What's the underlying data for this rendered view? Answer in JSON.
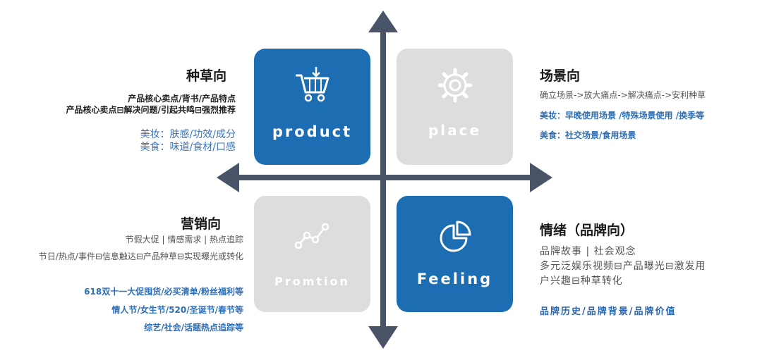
{
  "colors": {
    "axis": "#4a5468",
    "tile_blue": "#1d6db3",
    "tile_gray": "#dddddd",
    "text_blue": "#3b74b9"
  },
  "tiles": {
    "product": {
      "label": "product",
      "icon": "shopping-cart-icon"
    },
    "place": {
      "label": "place",
      "icon": "gear-icon"
    },
    "promotion": {
      "label": "Promtion",
      "icon": "line-chart-icon"
    },
    "feeling": {
      "label": "Feeling",
      "icon": "pie-chart-icon"
    }
  },
  "seeding": {
    "title": "种草向",
    "line1": "产品核心卖点/背书/产品特点",
    "line2": "产品核心卖点⊟解决问题/引起共鸣⊟强烈推荐",
    "line3": "美妆：肤感/功效/成分",
    "line4": "美食：味道/食材/口感"
  },
  "scene": {
    "title": "场景向",
    "line1": "确立场景->放大痛点->解决痛点->安利种草",
    "line2": "美妆：早晚使用场景 /特殊场景使用 /换季等",
    "line3": "美食：社交场景/食用场景"
  },
  "marketing": {
    "title": "营销向",
    "line1": "节假大促 | 情感需求 | 热点追踪",
    "line2": "节日/热点/事件⊟信息触达⊟产品种草⊟实现曝光或转化",
    "line3": "618双十一大促囤货/必买清单/粉丝福利等",
    "line4": "情人节/女生节/520/圣诞节/春节等",
    "line5": "综艺/社会/话题热点追踪等"
  },
  "emotion": {
    "title": "情绪（品牌向）",
    "line1": "品牌故事 | 社会观念",
    "line2": "多元泛娱乐视频⊟产品曝光⊟激发用",
    "line3": "户兴趣⊟种草转化",
    "line4": "品牌历史/品牌背景/品牌价值"
  }
}
